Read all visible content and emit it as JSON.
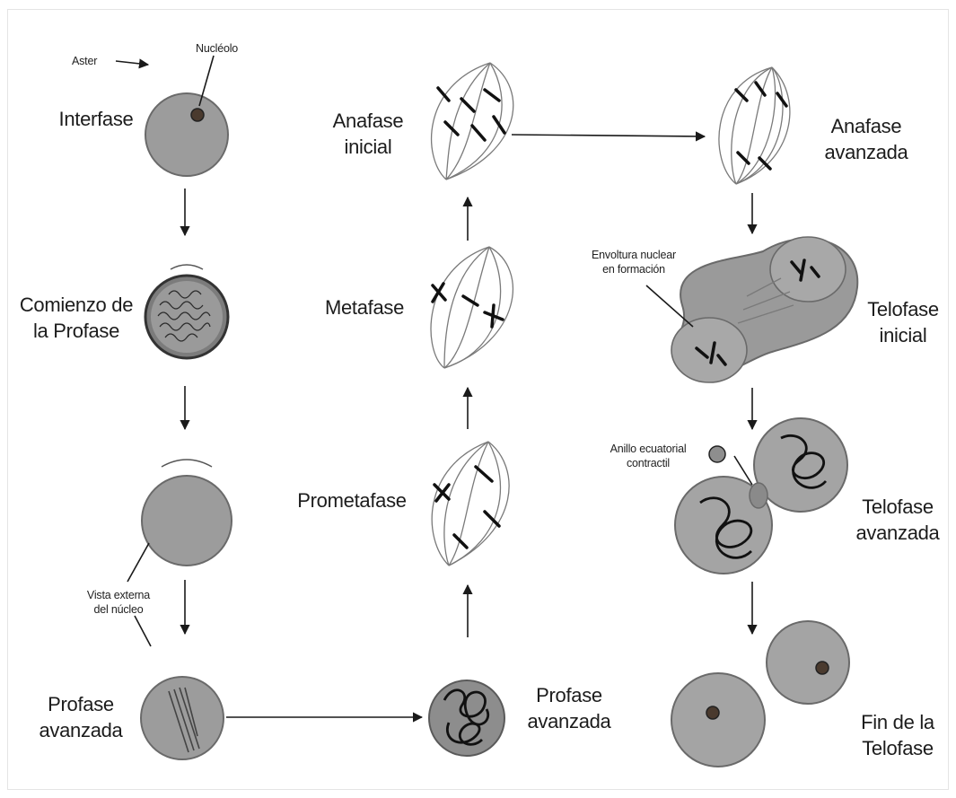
{
  "stages": {
    "interfase": "Interfase",
    "comienzo_profase": "Comienzo de\nla Profase",
    "profase_avanzada_left": "Profase\navanzada",
    "profase_avanzada_center": "Profase\navanzada",
    "prometafase": "Prometafase",
    "metafase": "Metafase",
    "anafase_inicial": "Anafase\ninicial",
    "anafase_avanzada": "Anafase\navanzada",
    "telofase_inicial": "Telofase\ninicial",
    "telofase_avanzada": "Telofase\navanzada",
    "fin_telofase": "Fin de la\nTelofase"
  },
  "annotations": {
    "aster": "Aster",
    "nucleolo": "Nucléolo",
    "vista_externa": "Vista externa\ndel núcleo",
    "envoltura": "Envoltura nuclear\nen formación",
    "anillo": "Anillo ecuatorial\ncontractil"
  }
}
